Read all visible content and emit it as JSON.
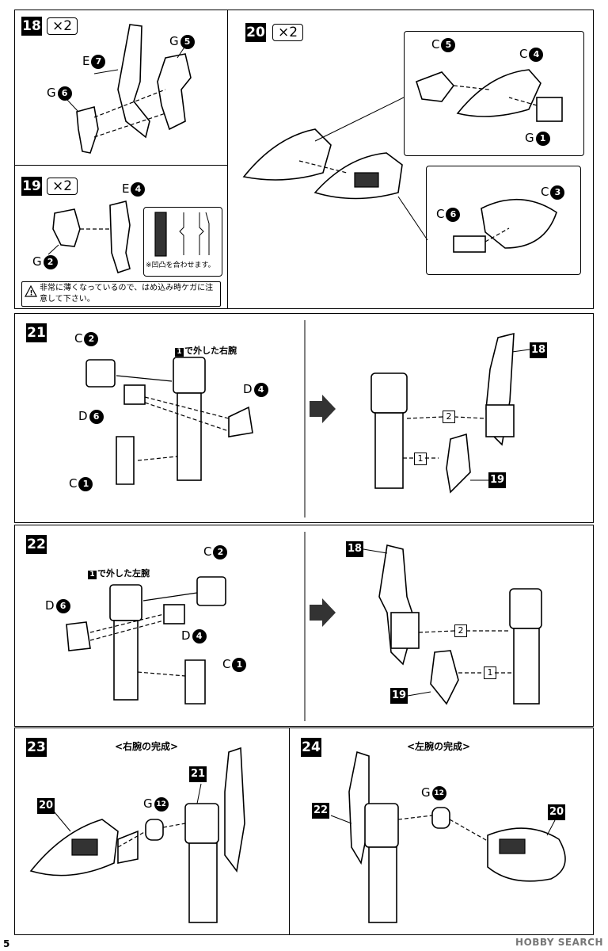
{
  "steps": {
    "s18": {
      "num": "18",
      "qty": "×2",
      "labels": {
        "e7": "E",
        "e7n": "7",
        "g5": "G",
        "g5n": "5",
        "g6": "G",
        "g6n": "6"
      }
    },
    "s19": {
      "num": "19",
      "qty": "×2",
      "labels": {
        "e4": "E",
        "e4n": "4",
        "g2": "G",
        "g2n": "2"
      },
      "tip": "※凹凸を合わせます。",
      "warning": "非常に薄くなっているので、はめ込み時ケガに注意して下さい。"
    },
    "s20": {
      "num": "20",
      "qty": "×2",
      "labels": {
        "c5": "C",
        "c5n": "5",
        "c4": "C",
        "c4n": "4",
        "g1": "G",
        "g1n": "1",
        "c3": "C",
        "c3n": "3",
        "c6": "C",
        "c6n": "6"
      }
    },
    "s21": {
      "num": "21",
      "caption_ref": "1",
      "caption": "で外した右腕",
      "labels": {
        "c2": "C",
        "c2n": "2",
        "d4": "D",
        "d4n": "4",
        "d6": "D",
        "d6n": "6",
        "c1": "C",
        "c1n": "1"
      },
      "ref18": "18",
      "ref19": "19",
      "order1": "1",
      "order2": "2"
    },
    "s22": {
      "num": "22",
      "caption_ref": "1",
      "caption": "で外した左腕",
      "labels": {
        "c2": "C",
        "c2n": "2",
        "d6": "D",
        "d6n": "6",
        "d4": "D",
        "d4n": "4",
        "c1": "C",
        "c1n": "1"
      },
      "ref18": "18",
      "ref19": "19",
      "order1": "1",
      "order2": "2"
    },
    "s23": {
      "num": "23",
      "title": "<右腕の完成>",
      "labels": {
        "g12": "G",
        "g12n": "12"
      },
      "ref20": "20",
      "ref21": "21"
    },
    "s24": {
      "num": "24",
      "title": "<左腕の完成>",
      "labels": {
        "g12": "G",
        "g12n": "12"
      },
      "ref22": "22",
      "ref20": "20"
    }
  },
  "page_number": "5",
  "watermark": "HOBBY SEARCH"
}
